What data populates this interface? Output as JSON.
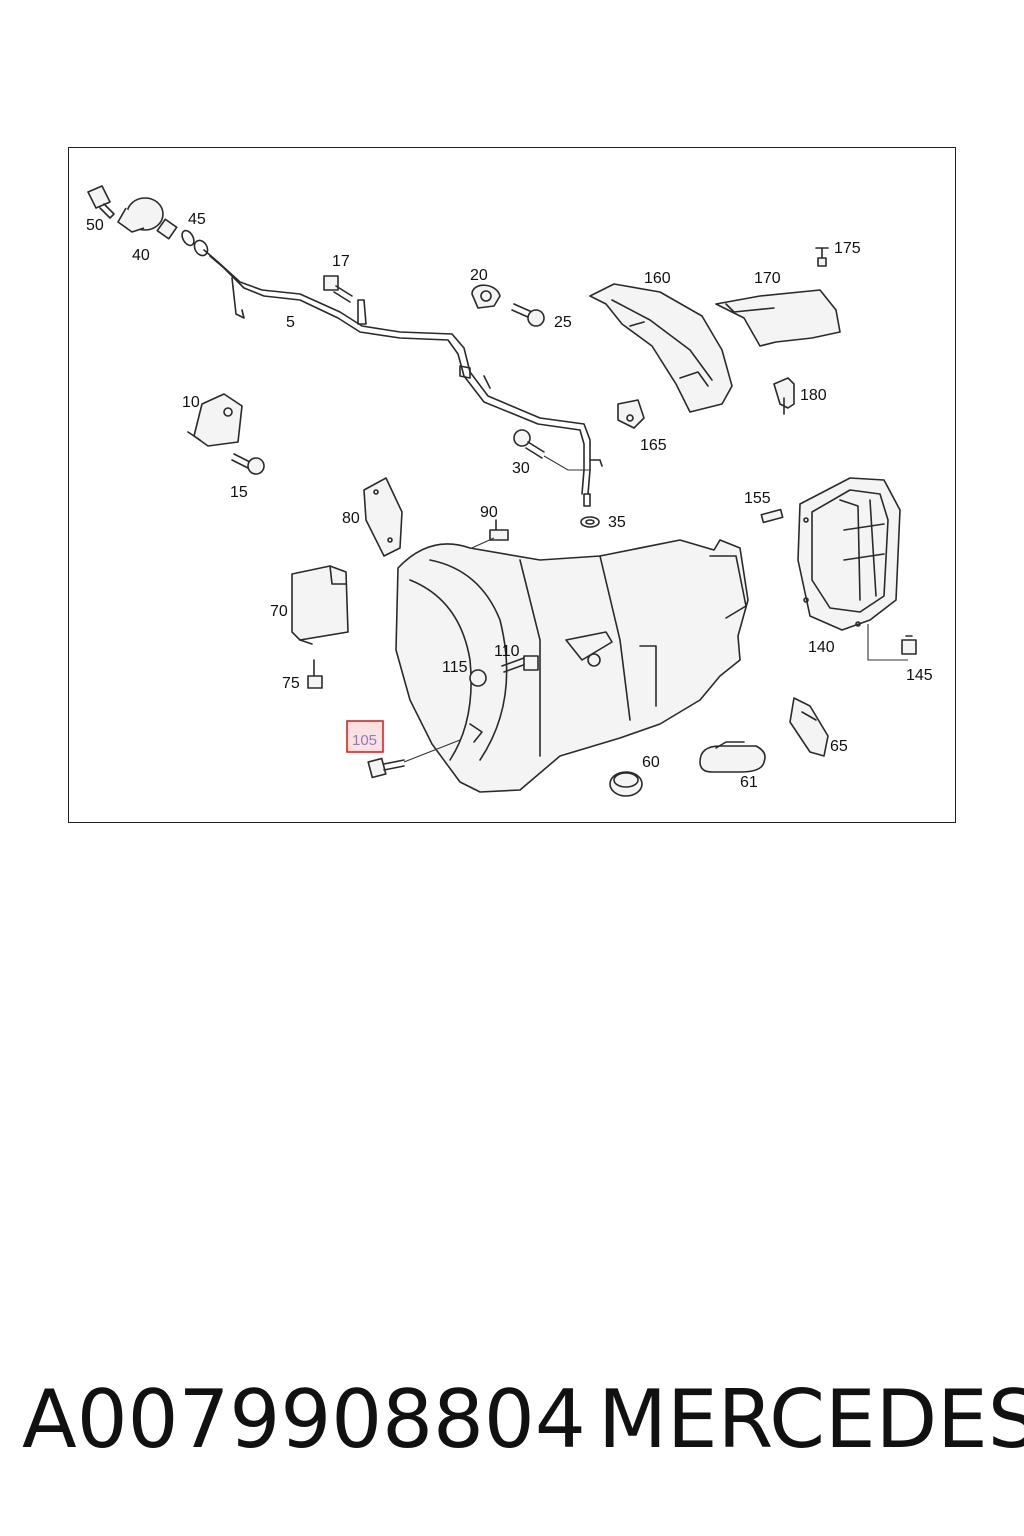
{
  "diagram": {
    "callouts": {
      "c50": "50",
      "c40": "40",
      "c45": "45",
      "c17": "17",
      "c5": "5",
      "c20": "20",
      "c25": "25",
      "c160": "160",
      "c170": "170",
      "c175": "175",
      "c180": "180",
      "c165": "165",
      "c10": "10",
      "c15": "15",
      "c30": "30",
      "c35": "35",
      "c80": "80",
      "c90": "90",
      "c155": "155",
      "c70": "70",
      "c75": "75",
      "c115": "115",
      "c110": "110",
      "c140": "140",
      "c145": "145",
      "c105": "105",
      "c60": "60",
      "c61": "61",
      "c65": "65"
    },
    "highlighted_callout": "105",
    "highlight_color": "#e02020"
  },
  "footer": {
    "part_number": "A0079908804",
    "brand": "MERCEDES"
  }
}
